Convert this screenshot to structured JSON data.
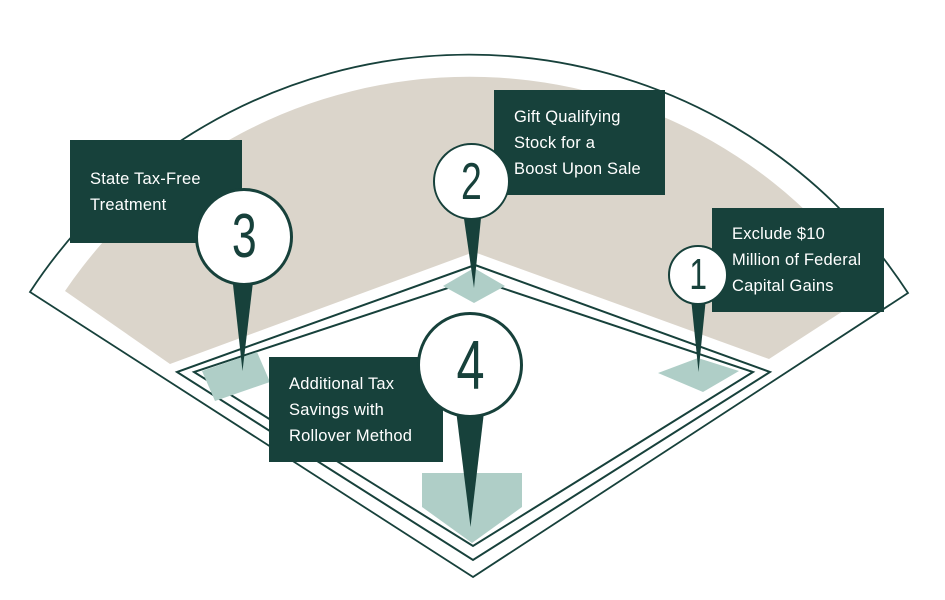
{
  "colors": {
    "dark_teal": "#17413B",
    "beige": "#DBD5CB",
    "base_teal": "#AFCEC7",
    "circle_fill": "#FFFFFF"
  },
  "diagram": {
    "type": "baseball-field-infographic"
  },
  "markers": [
    {
      "number": "1",
      "base": "first-base",
      "lines": [
        "Exclude $10",
        "Million of Federal",
        "Capital Gains"
      ]
    },
    {
      "number": "2",
      "base": "second-base",
      "lines": [
        "Gift Qualifying",
        "Stock for a",
        "Boost Upon Sale"
      ]
    },
    {
      "number": "3",
      "base": "third-base",
      "lines": [
        "State Tax-Free",
        "Treatment"
      ]
    },
    {
      "number": "4",
      "base": "home-plate",
      "lines": [
        "Additional Tax",
        "Savings with",
        "Rollover Method"
      ]
    }
  ]
}
